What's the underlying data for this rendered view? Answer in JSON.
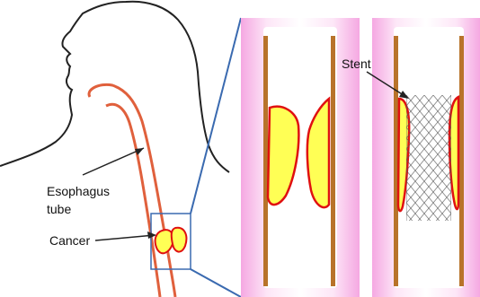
{
  "labels": {
    "esophagus_line1": "Esophagus",
    "esophagus_line2": "tube",
    "cancer": "Cancer",
    "stent": "Stent"
  },
  "colors": {
    "silhouette": "#222222",
    "esophagus": "#e0603c",
    "tumor_fill": "#ffff55",
    "tumor_outline": "#e01010",
    "panel_pink": "#f7b3e8",
    "panel_white": "#ffffff",
    "wall": "#b8732a",
    "zoom_lines": "#3a6ab0",
    "stent_mesh": "#555555"
  },
  "icons": {
    "body_outline": "human-silhouette",
    "zoom_box": "magnifier-frame",
    "stent": "wire-mesh-stent"
  }
}
